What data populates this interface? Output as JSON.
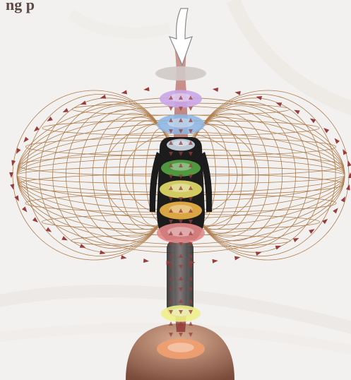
{
  "caption": {
    "text": "ng p"
  },
  "colors": {
    "background": "#f3f1ef",
    "mesh": "#a36a34",
    "arrow": "#9a3b3b",
    "arrow_light": "#c98a84",
    "body": "#1c1c1c",
    "top_arrow": "#ffffff",
    "earth_top": "#c9977a",
    "earth_bottom": "#7a4a3a"
  },
  "chakras": [
    {
      "name": "crown-chakra",
      "color": "#c9a6e8"
    },
    {
      "name": "third-eye-chakra",
      "color": "#8fb7e2"
    },
    {
      "name": "throat-chakra",
      "color": "#cfdce9"
    },
    {
      "name": "heart-chakra",
      "color": "#55a645"
    },
    {
      "name": "solar-plexus-chakra",
      "color": "#e7df6a"
    },
    {
      "name": "sacral-chakra",
      "color": "#f0b648"
    },
    {
      "name": "root-chakra",
      "color": "#e58888"
    },
    {
      "name": "knee-chakra",
      "color": "#eef08a"
    },
    {
      "name": "foot-chakra",
      "color": "#f2a070"
    }
  ]
}
